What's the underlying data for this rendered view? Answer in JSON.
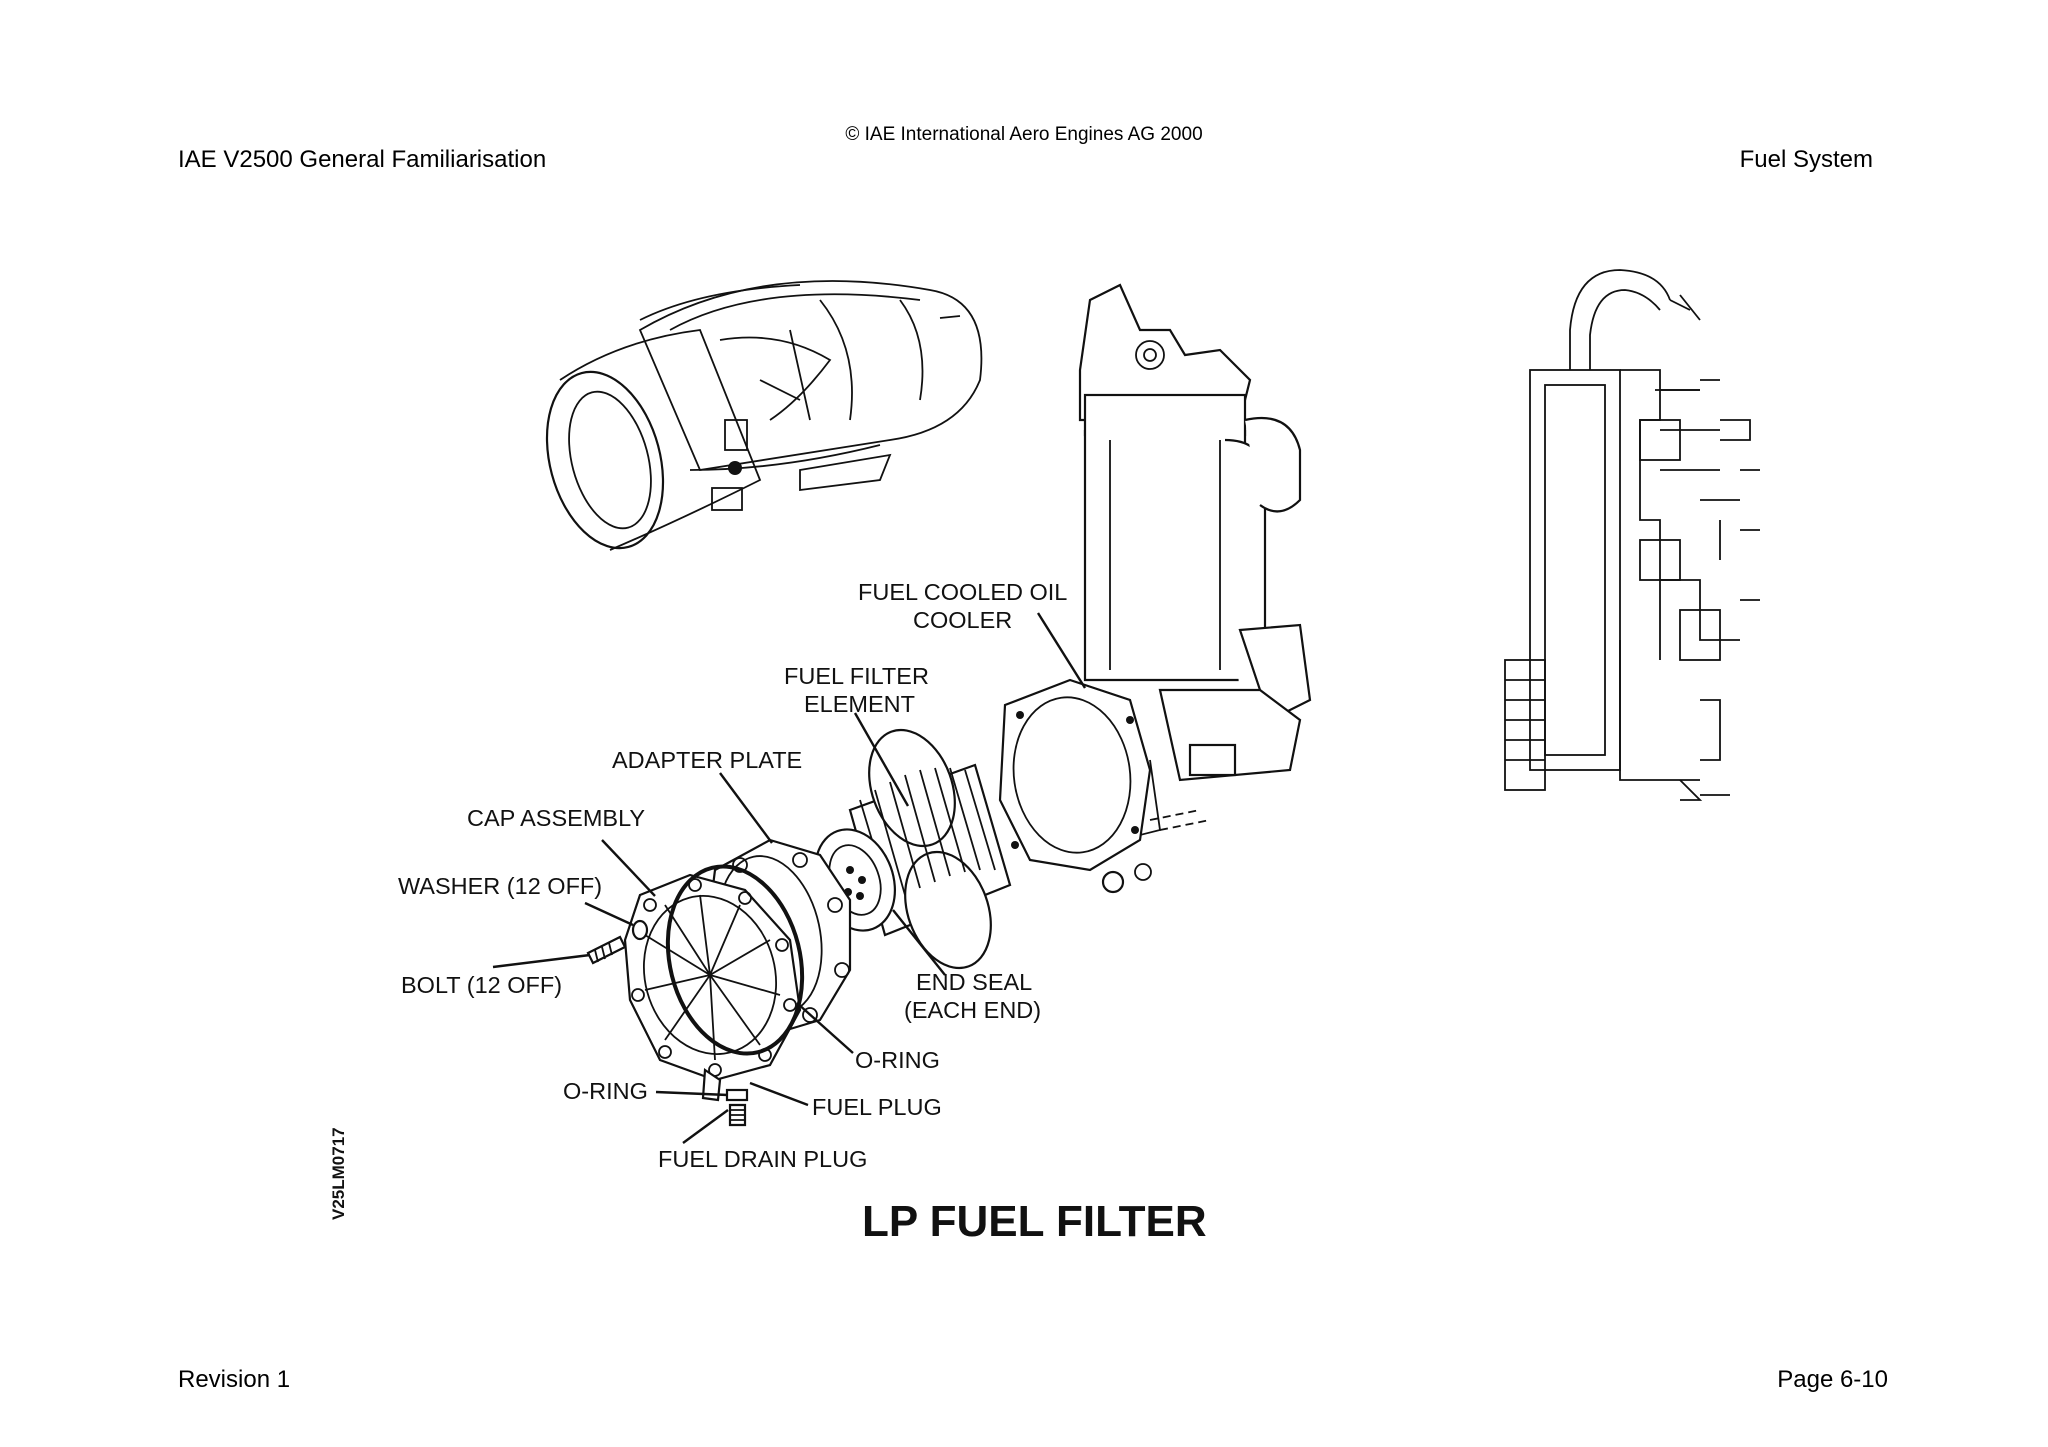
{
  "header": {
    "copyright": "© IAE International Aero Engines AG 2000",
    "doc_title": "IAE V2500 General Familiarisation",
    "section": "Fuel System"
  },
  "figure": {
    "title": "LP FUEL FILTER",
    "code": "V25LM0717",
    "labels": {
      "fcoc_1": "FUEL COOLED OIL",
      "fcoc_2": "COOLER",
      "element_1": "FUEL FILTER",
      "element_2": "ELEMENT",
      "adapter_plate": "ADAPTER PLATE",
      "cap_assembly": "CAP ASSEMBLY",
      "washer": "WASHER (12 OFF)",
      "bolt": "BOLT (12 OFF)",
      "end_seal_1": "END SEAL",
      "end_seal_2": "(EACH END)",
      "o_ring_upper": "O-RING",
      "o_ring_lower": "O-RING",
      "fuel_plug": "FUEL PLUG",
      "fuel_drain_plug": "FUEL DRAIN PLUG"
    }
  },
  "footer": {
    "revision": "Revision 1",
    "page": "Page 6-10"
  }
}
